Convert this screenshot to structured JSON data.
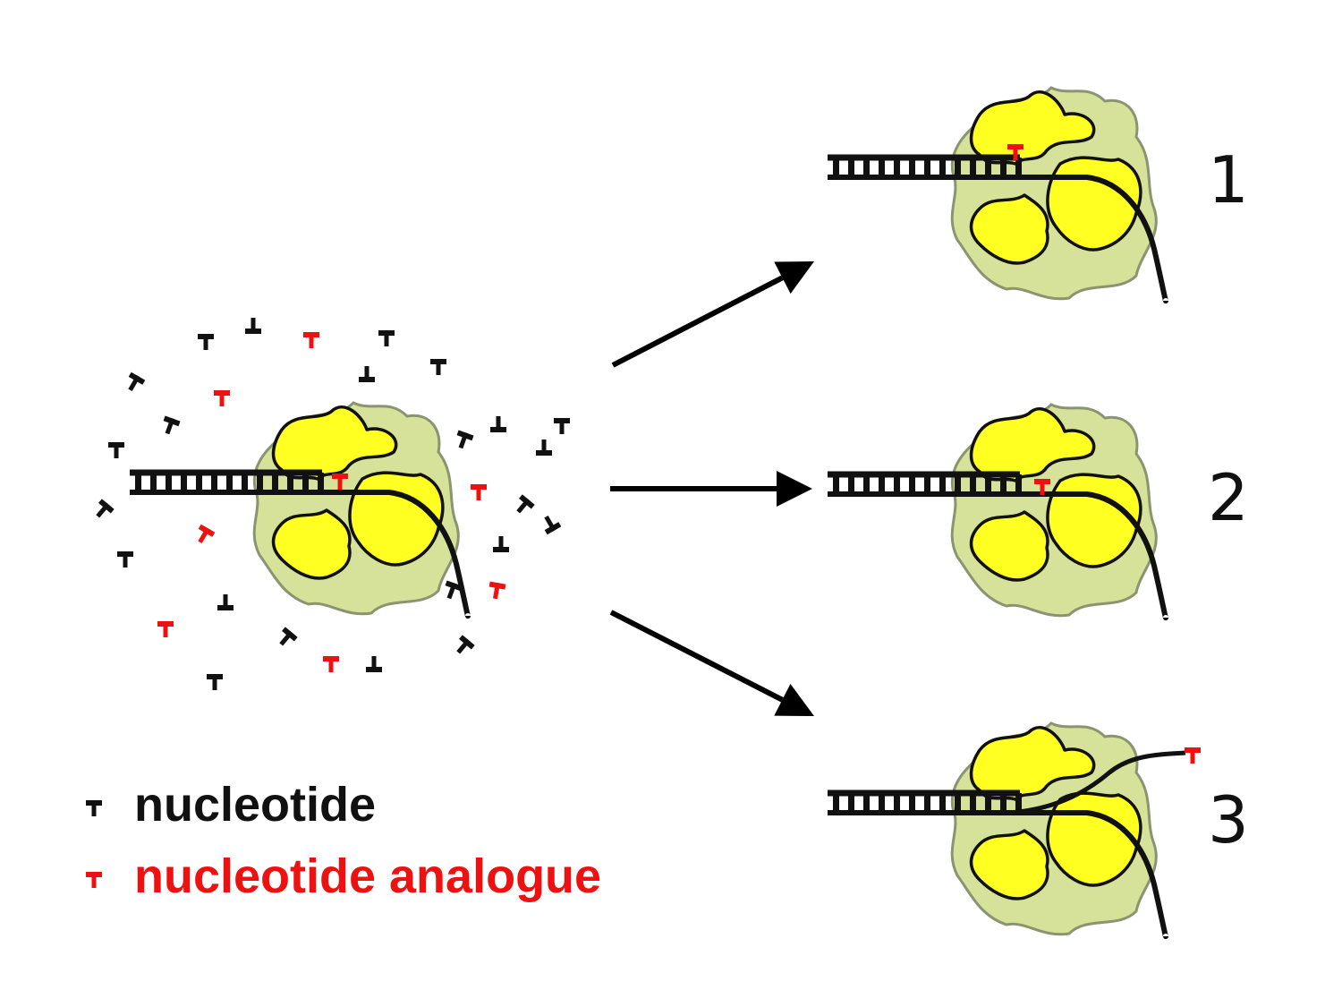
{
  "colors": {
    "nucleotide": "#111111",
    "analogue": "#ee1111",
    "protein_outer": "#d6e29a",
    "protein_outer_stroke": "#8a9470",
    "protein_inner": "#ffff22",
    "arrow": "#000000"
  },
  "legend": {
    "nucleotide_label": "nucleotide",
    "analogue_label": "nucleotide analogue"
  },
  "outcomes": [
    {
      "label": "1"
    },
    {
      "label": "2"
    },
    {
      "label": "3"
    }
  ]
}
